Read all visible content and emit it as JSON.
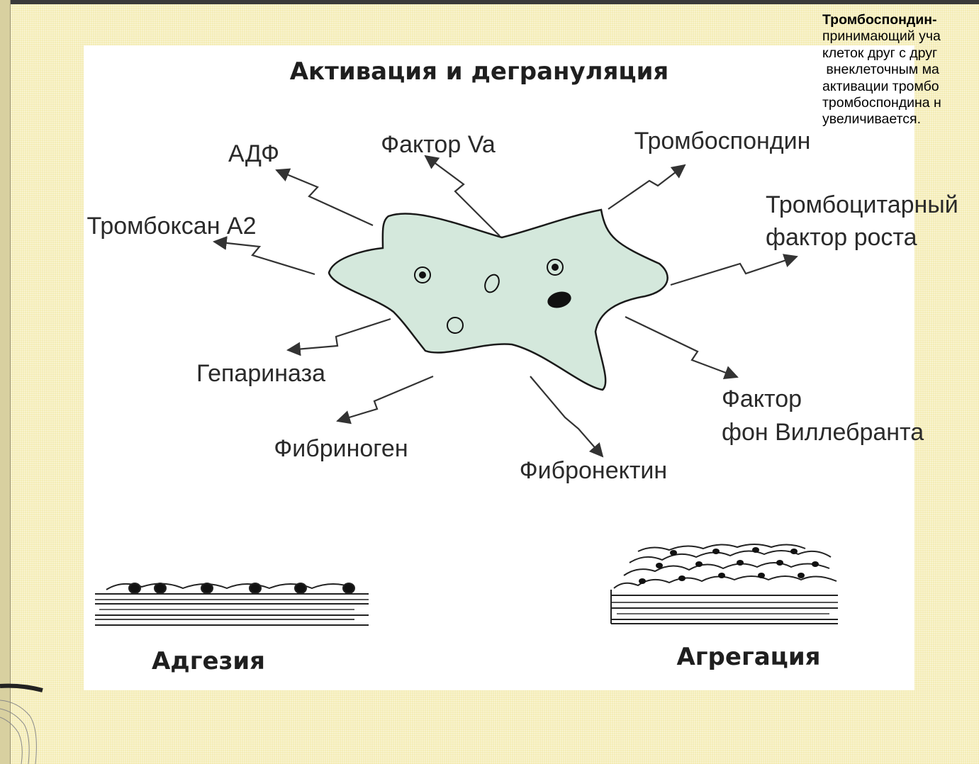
{
  "diagram": {
    "title": "Активация и дегрануляция",
    "labels": {
      "adf": "АДФ",
      "factor_va": "Фактор Va",
      "thrombospondin": "Тромбоспондин",
      "thromboxane": "Тромбоксан А2",
      "pdgf_line1": "Тромбоцитарный",
      "pdgf_line2": "фактор роста",
      "heparinase": "Гепариназа",
      "fibrinogen": "Фибриноген",
      "fibronectin": "Фибронектин",
      "vwf_line1": "Фактор",
      "vwf_line2": "фон Виллебранта"
    },
    "adhesion_label": "Адгезия",
    "aggregation_label": "Агрегация"
  },
  "note": {
    "title": "Тромбоспондин-",
    "lines": [
      "принимающий уча",
      "клеток друг с друг",
      " внеклеточным ма",
      "активации тромбо",
      "тромбоспондина н",
      "увеличивается."
    ]
  },
  "colors": {
    "slide_background": "#f4ecb4",
    "cell_fill": "#d4e8dc",
    "panel": "#ffffff"
  }
}
